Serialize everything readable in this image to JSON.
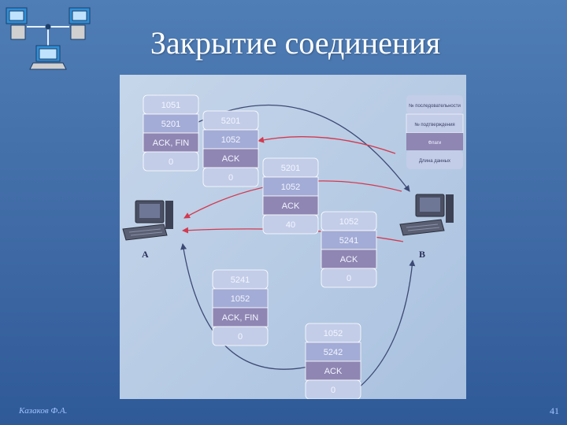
{
  "slide": {
    "title": "Закрытие соединения",
    "author": "Казаков Ф.А.",
    "page_number": "41"
  },
  "diagram": {
    "host_a_label": "A",
    "host_b_label": "B",
    "legend": [
      "№ последовательности",
      "№ подтверждения",
      "Флаги",
      "Длина данных"
    ],
    "segments": [
      [
        "1051",
        "5201",
        "ACK, FIN",
        "0"
      ],
      [
        "5201",
        "1052",
        "ACK",
        "0"
      ],
      [
        "5201",
        "1052",
        "ACK",
        "40"
      ],
      [
        "1052",
        "5241",
        "ACK",
        "0"
      ],
      [
        "5241",
        "1052",
        "ACK, FIN",
        "0"
      ],
      [
        "1052",
        "5242",
        "ACK",
        "0"
      ]
    ]
  },
  "colors": {
    "background": "#3f6aa5",
    "panel": "#b7cbe5",
    "segment_light": "#c3cde8",
    "segment_mid": "#a3acd6",
    "segment_dark": "#8f86b3",
    "arrow_red": "#d23a50",
    "arrow_dark": "#3d4a75"
  }
}
